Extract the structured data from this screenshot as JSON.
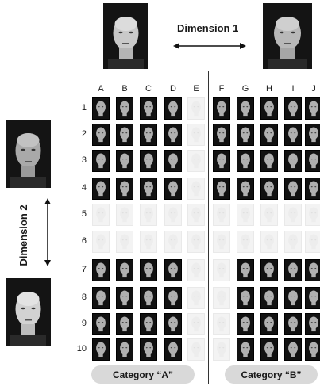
{
  "dimension1_label": "Dimension 1",
  "dimension2_label": "Dimension 2",
  "category_a": "Category “A”",
  "category_b": "Category “B”",
  "columns": [
    "A",
    "B",
    "C",
    "D",
    "E",
    "F",
    "G",
    "H",
    "I",
    "J"
  ],
  "rows": [
    "1",
    "2",
    "3",
    "4",
    "5",
    "6",
    "7",
    "8",
    "9",
    "10"
  ],
  "grid_presence": [
    "1111011111",
    "1111011111",
    "1111011111",
    "1111011111",
    "0000000000",
    "0000000000",
    "1111001111",
    "1111001111",
    "1111001111",
    "1111001111"
  ],
  "colors": {
    "divider": "#333333",
    "pill": "#d9d9d9"
  }
}
